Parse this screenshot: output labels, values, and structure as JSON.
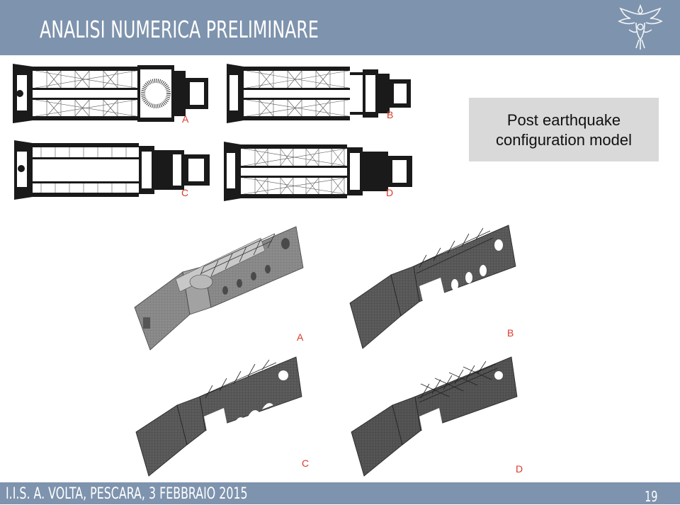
{
  "header": {
    "title": "ANALISI NUMERICA PRELIMINARE",
    "logo_icon": "eagle-crest-icon"
  },
  "callout": {
    "line1": "Post earthquake",
    "line2": "configuration model"
  },
  "plans": {
    "a": "A",
    "b": "B",
    "c": "C",
    "d": "D"
  },
  "models": {
    "a": "A",
    "b": "B",
    "c": "C",
    "d": "D"
  },
  "footer": {
    "text": "I.I.S. A. VOLTA, PESCARA, 3 FEBBRAIO 2015",
    "page_number": "19"
  },
  "colors": {
    "header_bg": "#7e93ad",
    "label": "#d83a2a",
    "callout_bg": "#d9d9d9"
  }
}
